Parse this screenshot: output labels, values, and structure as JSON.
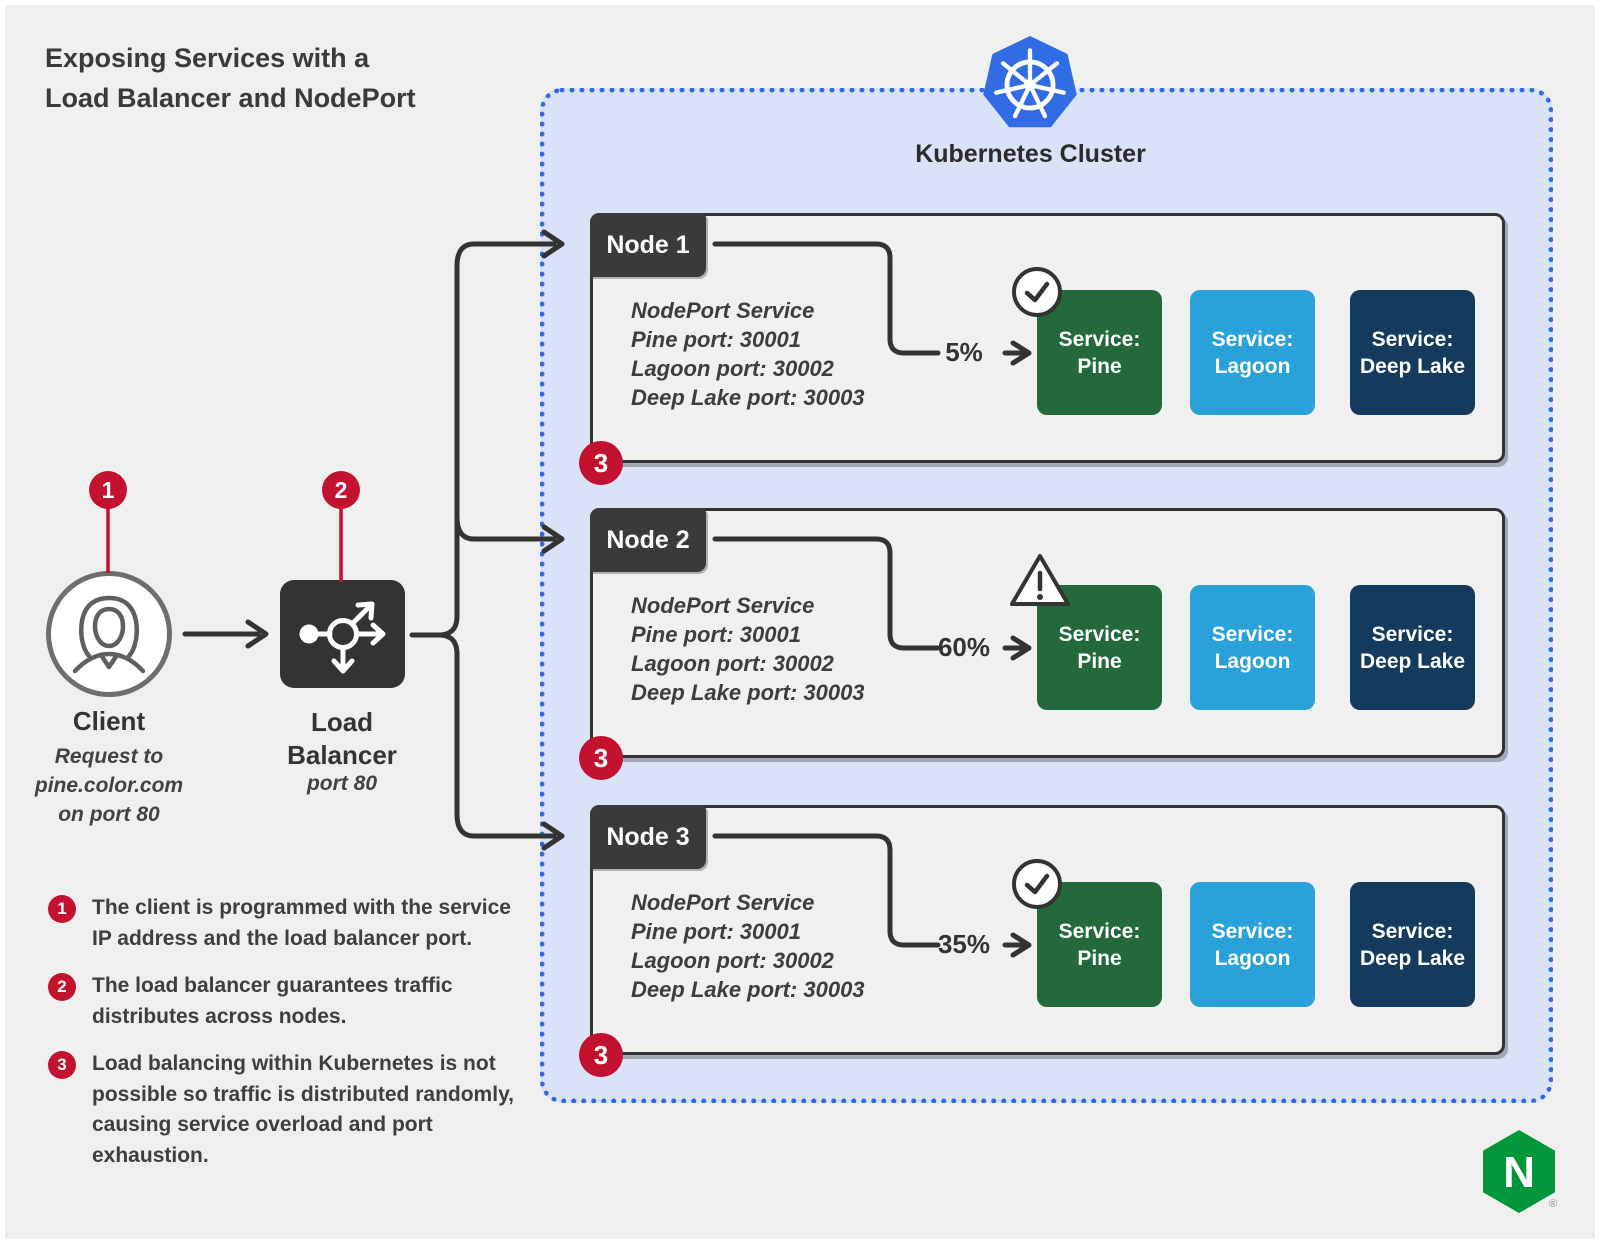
{
  "title": "Exposing Services with a\nLoad Balancer and NodePort",
  "cluster": {
    "label": "Kubernetes Cluster"
  },
  "client": {
    "badge": "1",
    "label": "Client",
    "note": "Request to\npine.color.com\non port 80"
  },
  "load_balancer": {
    "badge": "2",
    "label": "Load\nBalancer",
    "note": "port 80"
  },
  "nodes": [
    {
      "name": "Node 1",
      "info": "NodePort Service\nPine port: 30001\nLagoon port: 30002\nDeep Lake port: 30003",
      "traffic": "5%",
      "status": "ok",
      "status_icon": "check-icon",
      "badge": "3",
      "services": [
        {
          "label": "Service:\nPine"
        },
        {
          "label": "Service:\nLagoon"
        },
        {
          "label": "Service:\nDeep Lake"
        }
      ]
    },
    {
      "name": "Node 2",
      "info": "NodePort Service\nPine port: 30001\nLagoon port: 30002\nDeep Lake port: 30003",
      "traffic": "60%",
      "status": "overloaded",
      "status_icon": "warning-icon",
      "badge": "3",
      "services": [
        {
          "label": "Service:\nPine"
        },
        {
          "label": "Service:\nLagoon"
        },
        {
          "label": "Service:\nDeep Lake"
        }
      ]
    },
    {
      "name": "Node 3",
      "info": "NodePort Service\nPine port: 30001\nLagoon port: 30002\nDeep Lake port: 30003",
      "traffic": "35%",
      "status": "ok",
      "status_icon": "check-icon",
      "badge": "3",
      "services": [
        {
          "label": "Service:\nPine"
        },
        {
          "label": "Service:\nLagoon"
        },
        {
          "label": "Service:\nDeep Lake"
        }
      ]
    }
  ],
  "legend": [
    {
      "badge": "1",
      "text": "The client is programmed with the service\nIP address and the load balancer port."
    },
    {
      "badge": "2",
      "text": "The load balancer guarantees traffic\ndistributes across nodes."
    },
    {
      "badge": "3",
      "text": "Load balancing within Kubernetes is not\npossible so traffic is distributed randomly,\ncausing service overload and port exhaustion."
    }
  ],
  "brand": {
    "nginx_letter": "N",
    "registered": "®"
  },
  "colors": {
    "background": "#efefef",
    "cluster_fill": "#d9e2f6",
    "cluster_border": "#2f6ae0",
    "kubernetes_blue": "#326ce5",
    "node_fill": "#f0f0f0",
    "node_border": "#333333",
    "tab_dark": "#3a3a3a",
    "badge_red": "#c31230",
    "pine_green": "#24693b",
    "lagoon_blue": "#2aa1d8",
    "deep_lake_navy": "#143a5e",
    "nginx_green": "#009639"
  }
}
